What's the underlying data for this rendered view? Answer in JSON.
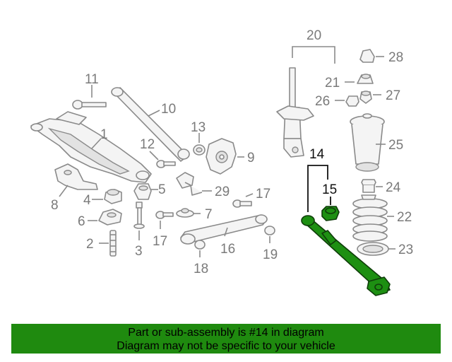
{
  "callouts": {
    "c1": "1",
    "c2": "2",
    "c3": "3",
    "c4": "4",
    "c5": "5",
    "c6": "6",
    "c7": "7",
    "c8": "8",
    "c9": "9",
    "c10": "10",
    "c11": "11",
    "c12": "12",
    "c13": "13",
    "c14": "14",
    "c15": "15",
    "c16": "16",
    "c17a": "17",
    "c17b": "17",
    "c18": "18",
    "c19": "19",
    "c20": "20",
    "c21": "21",
    "c22": "22",
    "c23": "23",
    "c24": "24",
    "c25": "25",
    "c26": "26",
    "c27": "27",
    "c28": "28",
    "c29": "29"
  },
  "highlighted_callout": "14",
  "colors": {
    "highlight": "#1d8f12",
    "banner": "#1f8a0f",
    "parts": "#8a8a8a"
  },
  "banner": {
    "line1": "Part or sub-assembly is #14 in diagram",
    "line2": "Diagram may not be specific to your vehicle"
  }
}
